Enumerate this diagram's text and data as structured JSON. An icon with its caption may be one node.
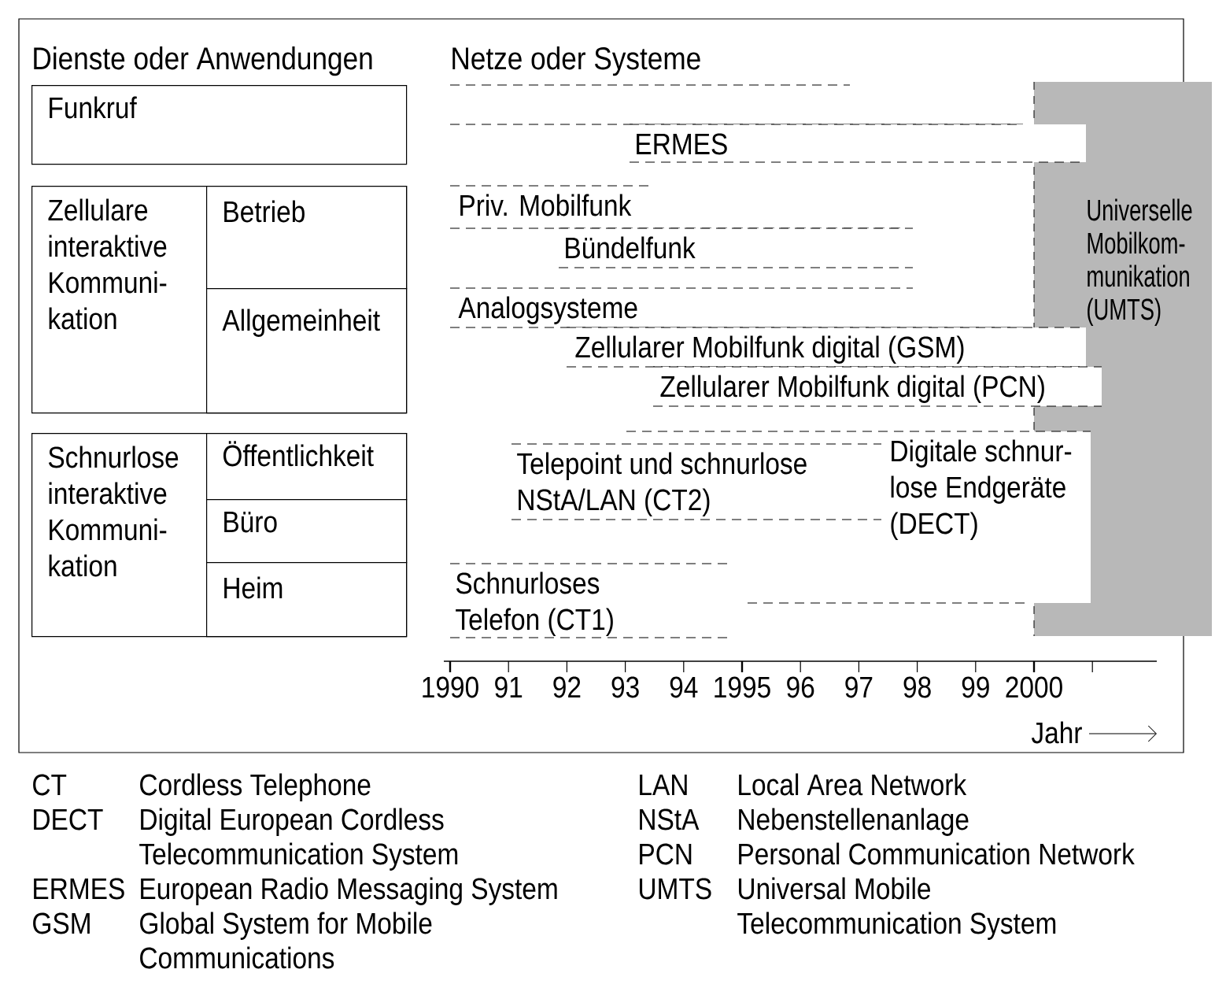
{
  "diagram": {
    "nodes": [
      {
        "text": [
          "Funkruf"
        ]
      },
      {
        "text": [
          "Zellulare interaktive Kommuni- kation"
        ]
      },
      {
        "text": [
          "Betrieb"
        ],
        "in": 1
      },
      {
        "text": [
          "Allgemeinheit"
        ],
        "in": 1
      },
      {
        "text": [
          "Schnurlose interaktive Kommuni- kation"
        ]
      },
      {
        "text": [
          "Öffentlichkeit"
        ],
        "in": 4
      },
      {
        "text": [
          "Büro"
        ],
        "in": 4
      },
      {
        "text": [
          "Heim"
        ],
        "in": 4
      },
      {
        "text": [],
        "shape": "bar"
      },
      {
        "text": [
          "ERMES"
        ]
      },
      {
        "text": [
          "Priv. Mobilfunk"
        ]
      },
      {
        "text": [
          "Bündelfunk"
        ]
      },
      {
        "text": [
          "Analogsysteme"
        ]
      },
      {
        "text": [
          "Zellularer Mobilfunk digital (GSM)"
        ]
      },
      {
        "text": [
          "Zellularer Mobilfunk digital (PCN)"
        ]
      },
      {
        "text": [
          "Universelle Mobilkom- munikation (UMTS)"
        ]
      },
      {
        "text": [
          "Telepoint und schnurlose NStA/LAN (CT2)"
        ]
      },
      {
        "text": [
          "Digitale schnur- lose Endgeräte (DECT)"
        ]
      },
      {
        "text": [
          "Schnurloses Telefon (CT1)"
        ]
      }
    ],
    "labels": [
      "Dienste oder Anwendungen",
      "Netze oder Systeme",
      "1990",
      "91",
      "92",
      "93",
      "94",
      "1995",
      "96",
      "97",
      "98",
      "99",
      "2000",
      "Jahr",
      "CT",
      "Cordless Telephone",
      "DECT",
      "Digital European Cordless Telecommunication System",
      "ERMES",
      "European Radio Messaging System",
      "GSM",
      "Global System for Mobile Communications",
      "LAN",
      "Local Area Network",
      "NStA",
      "Nebenstellenanlage",
      "PCN",
      "Personal Communication Network",
      "UMTS",
      "Universal Mobile Telecommunication System"
    ]
  }
}
